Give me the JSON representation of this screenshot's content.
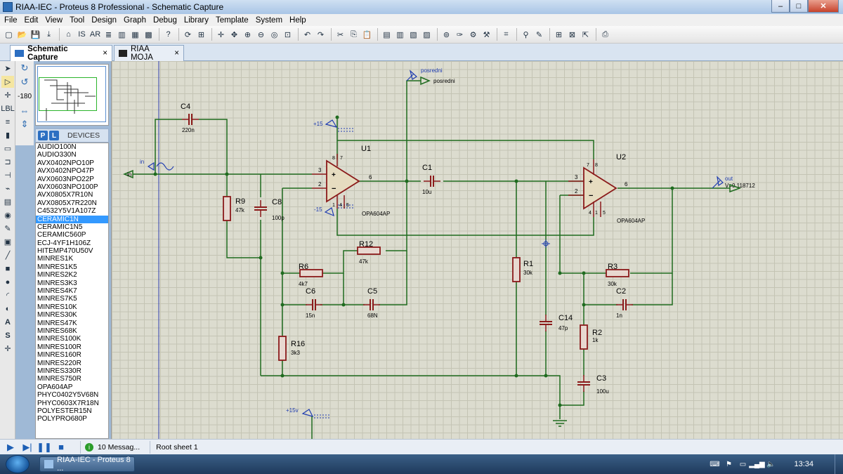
{
  "window": {
    "title": "RIAA-IEC - Proteus 8 Professional - Schematic Capture",
    "controls": {
      "minimize": "–",
      "maximize": "□",
      "close": "✕"
    }
  },
  "menu": [
    "File",
    "Edit",
    "View",
    "Tool",
    "Design",
    "Graph",
    "Debug",
    "Library",
    "Template",
    "System",
    "Help"
  ],
  "toolbar_icons": [
    "new-icon",
    "open-icon",
    "save-icon",
    "import-icon",
    "sep",
    "home-icon",
    "isis-icon",
    "ares-icon",
    "bom-icon",
    "component-icon",
    "pcb-icon",
    "gerber-icon",
    "sep",
    "help-icon",
    "sep",
    "refresh-icon",
    "grid-icon",
    "sep",
    "origin-icon",
    "pan-icon",
    "zoom-in-icon",
    "zoom-out-icon",
    "zoom-all-icon",
    "zoom-area-icon",
    "sep",
    "undo-icon",
    "redo-icon",
    "sep",
    "cut-icon",
    "copy-icon",
    "paste-icon",
    "sep",
    "block-copy-icon",
    "block-move-icon",
    "block-rotate-icon",
    "block-delete-icon",
    "sep",
    "pick-device-icon",
    "make-device-icon",
    "package-tool-icon",
    "decompose-icon",
    "sep",
    "wire-autorouter-icon",
    "sep",
    "search-tag-icon",
    "property-tool-icon",
    "sep",
    "new-sheet-icon",
    "remove-sheet-icon",
    "exit-parent-icon",
    "sep",
    "netlist-icon"
  ],
  "tabs": [
    {
      "label": "Schematic Capture",
      "active": true
    },
    {
      "label": "RIAA MOJA",
      "active": false
    }
  ],
  "tab_close": "×",
  "rotate_panel": {
    "angle": "-180"
  },
  "devices_panel": {
    "p_label": "P",
    "l_label": "L",
    "header": "DEVICES",
    "items": [
      "AUDIO100N",
      "AUDIO330N",
      "AVX0402NPO10P",
      "AVX0402NPO47P",
      "AVX0603NPO22P",
      "AVX0603NPO100P",
      "AVX0805X7R10N",
      "AVX0805X7R220N",
      "C4532Y5V1A107Z",
      "CERAMIC1N",
      "CERAMIC1N5",
      "CERAMIC560P",
      "ECJ-4YF1H106Z",
      "HITEMP470U50V",
      "MINRES1K",
      "MINRES1K5",
      "MINRES2K2",
      "MINRES3K3",
      "MINRES4K7",
      "MINRES7K5",
      "MINRES10K",
      "MINRES30K",
      "MINRES47K",
      "MINRES68K",
      "MINRES100K",
      "MINRES100R",
      "MINRES160R",
      "MINRES220R",
      "MINRES330R",
      "MINRES750R",
      "OPA604AP",
      "PHYC0402Y5V68N",
      "PHYC0603X7R18N",
      "POLYESTER15N",
      "POLYPRO680P"
    ],
    "selected_index": 9
  },
  "schematic": {
    "labels": {
      "in_generator": "in",
      "in_terminal": "in",
      "posredni_probe": "posredni",
      "posredni_terminal": "posredni",
      "plus15_top": "+15",
      "minus15": "-15",
      "plus15v_bottom": "+15v",
      "out_probe": "out",
      "out_value": "V=0.118712"
    },
    "opamps": [
      {
        "ref": "U1",
        "part": "OPA604AP",
        "pins": [
          "3",
          "2",
          "6",
          "7",
          "4",
          "8",
          "1",
          "5"
        ]
      },
      {
        "ref": "U2",
        "part": "OPA604AP",
        "pins": [
          "3",
          "2",
          "6",
          "7",
          "4",
          "8",
          "1",
          "5"
        ]
      }
    ],
    "components": [
      {
        "ref": "C4",
        "value": "220n"
      },
      {
        "ref": "R9",
        "value": "47k"
      },
      {
        "ref": "C8",
        "value": "100p"
      },
      {
        "ref": "R6",
        "value": "4k7"
      },
      {
        "ref": "R12",
        "value": "47k"
      },
      {
        "ref": "C6",
        "value": "15n"
      },
      {
        "ref": "C5",
        "value": "68N"
      },
      {
        "ref": "R16",
        "value": "3k3"
      },
      {
        "ref": "C1",
        "value": "10u"
      },
      {
        "ref": "R1",
        "value": "30k"
      },
      {
        "ref": "C14",
        "value": "47p"
      },
      {
        "ref": "R3",
        "value": "30k"
      },
      {
        "ref": "C2",
        "value": "1n"
      },
      {
        "ref": "R2",
        "value": "1k"
      },
      {
        "ref": "C3",
        "value": "100u"
      }
    ]
  },
  "sim_controls": [
    "play-icon",
    "step-icon",
    "pause-icon",
    "stop-icon"
  ],
  "status": {
    "messages": "10 Messag...",
    "sheet": "Root sheet 1"
  },
  "taskbar": {
    "item": "RIAA-IEC - Proteus 8 ...",
    "clock": "13:34"
  },
  "colors": {
    "canvas": "#dcdccf",
    "grid": "#c4c4b4",
    "wire": "#1f6b1f",
    "component": "#8b1a1a",
    "text": "#000000"
  }
}
